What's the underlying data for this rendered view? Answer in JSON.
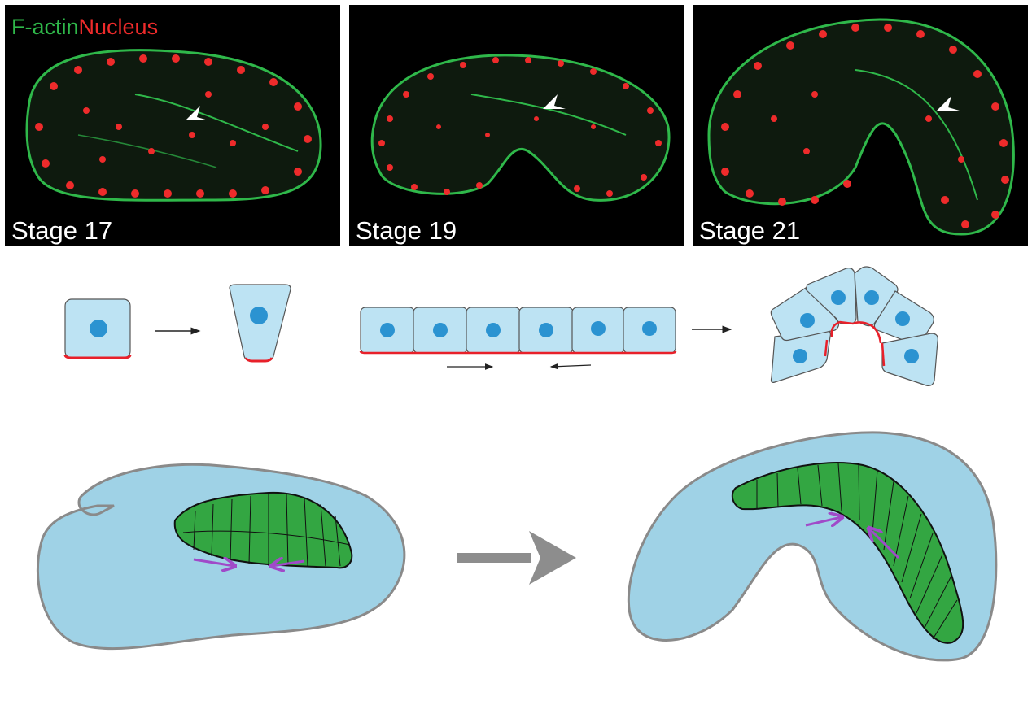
{
  "legend": {
    "factin": "F-actin",
    "nucleus": "Nucleus"
  },
  "colors": {
    "factin": "#2fb84a",
    "nucleus": "#ee2b2b",
    "cell_fill": "#bde3f3",
    "nucleus_dot": "#2b93d1",
    "apical": "#e8202a",
    "embryo_fill": "#9fd2e6",
    "notochord": "#33a642",
    "purple_arrow": "#a04ac9",
    "gray_arrow": "#8d8d8d"
  },
  "panels": [
    {
      "stage": "Stage 17"
    },
    {
      "stage": "Stage 19"
    },
    {
      "stage": "Stage 21"
    }
  ]
}
